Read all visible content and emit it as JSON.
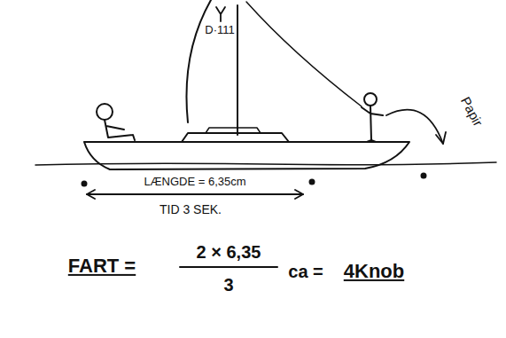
{
  "diagram": {
    "labels": [
      "D·111",
      "Papir",
      "LÆNGDE = 6,35cm",
      "TID 3 SEK.",
      "FART =",
      "2 × 6,35",
      "3",
      "ca =",
      "4Knob"
    ]
  }
}
